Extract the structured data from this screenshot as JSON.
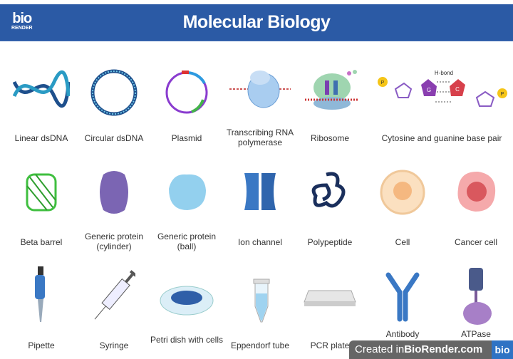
{
  "header": {
    "logo_top": "bio",
    "logo_bottom": "RENDER",
    "title": "Molecular Biology",
    "color": "#2b5aa5"
  },
  "items": [
    {
      "label": "Linear dsDNA",
      "icon": "dna-helix-icon"
    },
    {
      "label": "Circular dsDNA",
      "icon": "circular-dna-icon"
    },
    {
      "label": "Plasmid",
      "icon": "plasmid-icon"
    },
    {
      "label": "Transcribing RNA polymerase",
      "icon": "rna-polymerase-icon"
    },
    {
      "label": "Ribosome",
      "icon": "ribosome-icon"
    },
    {
      "label": "Cytosine and guanine base pair",
      "icon": "base-pair-icon",
      "annotation": "H-bond",
      "bases": [
        "P",
        "G",
        "C",
        "P"
      ]
    },
    {
      "label": "Beta barrel",
      "icon": "beta-barrel-icon"
    },
    {
      "label": "Generic protein (cylinder)",
      "icon": "protein-cylinder-icon"
    },
    {
      "label": "Generic protein (ball)",
      "icon": "protein-ball-icon"
    },
    {
      "label": "Ion channel",
      "icon": "ion-channel-icon"
    },
    {
      "label": "Polypeptide",
      "icon": "polypeptide-icon"
    },
    {
      "label": "Cell",
      "icon": "cell-icon"
    },
    {
      "label": "Cancer cell",
      "icon": "cancer-cell-icon"
    },
    {
      "label": "Pipette",
      "icon": "pipette-icon"
    },
    {
      "label": "Syringe",
      "icon": "syringe-icon"
    },
    {
      "label": "Petri dish with cells",
      "icon": "petri-dish-icon"
    },
    {
      "label": "Eppendorf tube",
      "icon": "eppendorf-tube-icon"
    },
    {
      "label": "PCR plate",
      "icon": "pcr-plate-icon"
    },
    {
      "label": "Antibody",
      "icon": "antibody-icon"
    },
    {
      "label": "ATPase",
      "icon": "atpase-icon"
    }
  ],
  "watermark": {
    "prefix": "Created in ",
    "brand": "BioRender.com",
    "badge": "bio"
  }
}
